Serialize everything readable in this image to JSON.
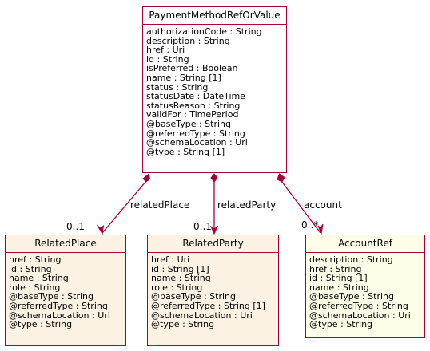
{
  "main": {
    "title": "PaymentMethodRefOrValue",
    "attributes": [
      "authorizationCode : String",
      "description : String",
      "href : Uri",
      "id : String",
      "isPreferred : Boolean",
      "name : String [1]",
      "status : String",
      "statusDate : DateTime",
      "statusReason : String",
      "validFor : TimePeriod",
      "@baseType : String",
      "@referredType : String",
      "@schemaLocation : Uri",
      "@type : String [1]"
    ]
  },
  "related_place": {
    "title": "RelatedPlace",
    "attributes": [
      "href : String",
      "id : String",
      "name : String",
      "role : String",
      "@baseType : String",
      "@referredType : String",
      "@schemaLocation : Uri",
      "@type : String"
    ]
  },
  "related_party": {
    "title": "RelatedParty",
    "attributes": [
      "href : Uri",
      "id : String [1]",
      "name : String",
      "role : String",
      "@baseType : String",
      "@referredType : String [1]",
      "@schemaLocation : Uri",
      "@type : String"
    ]
  },
  "account_ref": {
    "title": "AccountRef",
    "attributes": [
      "description : String",
      "href : String",
      "id : String [1]",
      "name : String",
      "@baseType : String",
      "@referredType : String",
      "@schemaLocation : Uri",
      "@type : String"
    ]
  },
  "edges": [
    {
      "label": "relatedPlace",
      "multiplicity": "0..1"
    },
    {
      "label": "relatedParty",
      "multiplicity": "0..1"
    },
    {
      "label": "account",
      "multiplicity": "0..*"
    }
  ],
  "colors": {
    "border": "#a80036",
    "ref_fill": "#fcf2e3",
    "account_fill": "#fefee8"
  }
}
